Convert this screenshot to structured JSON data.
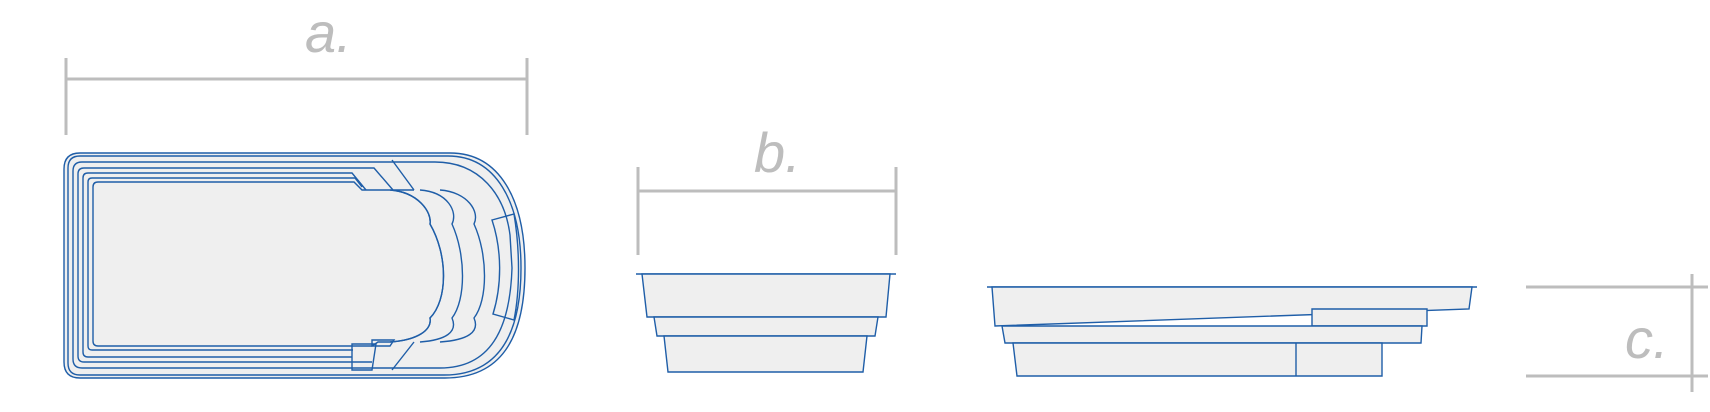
{
  "labels": {
    "length": "a.",
    "width": "b.",
    "depth": "c."
  },
  "colors": {
    "dimension_line": "#bdbdbd",
    "outline": "#1f5ea8",
    "pool_fill": "#efefef",
    "background": "#ffffff"
  }
}
